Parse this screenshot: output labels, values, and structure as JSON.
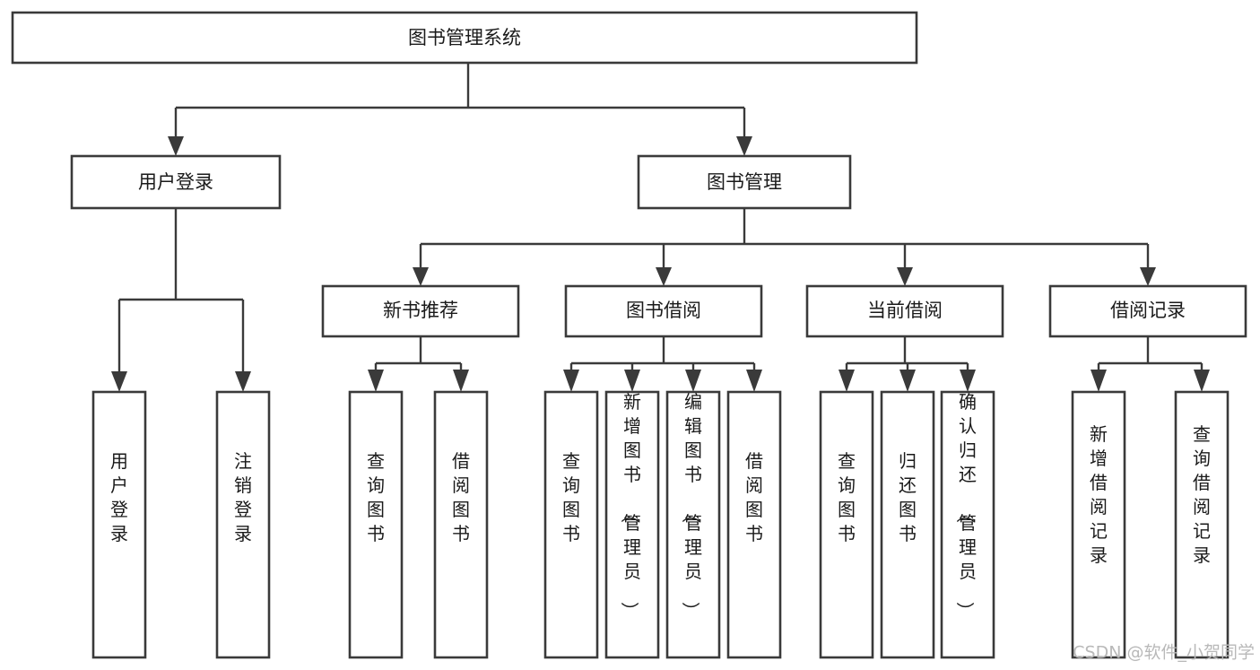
{
  "diagram": {
    "title": "图书管理系统",
    "type": "tree-hierarchy-diagram",
    "colors": {
      "box_stroke": "#3a3a3a",
      "box_fill": "#ffffff",
      "connector": "#3a3a3a",
      "text": "#1a1a1a",
      "background": "#ffffff",
      "watermark": "#b9b9b9"
    },
    "root": {
      "label": "图书管理系统"
    },
    "level2": [
      {
        "label": "用户登录"
      },
      {
        "label": "图书管理"
      }
    ],
    "level3": [
      {
        "label": "新书推荐"
      },
      {
        "label": "图书借阅"
      },
      {
        "label": "当前借阅"
      },
      {
        "label": "借阅记录"
      }
    ],
    "leaves_user_login": [
      {
        "label": "用户登录"
      },
      {
        "label": "注销登录"
      }
    ],
    "leaves_new_book": [
      {
        "label": "查询图书"
      },
      {
        "label": "借阅图书"
      }
    ],
    "leaves_borrow": [
      {
        "label": "查询图书"
      },
      {
        "label": "新增图书（管理员）"
      },
      {
        "label": "编辑图书（管理员）"
      },
      {
        "label": "借阅图书"
      }
    ],
    "leaves_current": [
      {
        "label": "查询图书"
      },
      {
        "label": "归还图书"
      },
      {
        "label": "确认归还（管理员）"
      }
    ],
    "leaves_records": [
      {
        "label": "新增借阅记录"
      },
      {
        "label": "查询借阅记录"
      }
    ],
    "watermark": "CSDN @软件_小贺同学"
  }
}
